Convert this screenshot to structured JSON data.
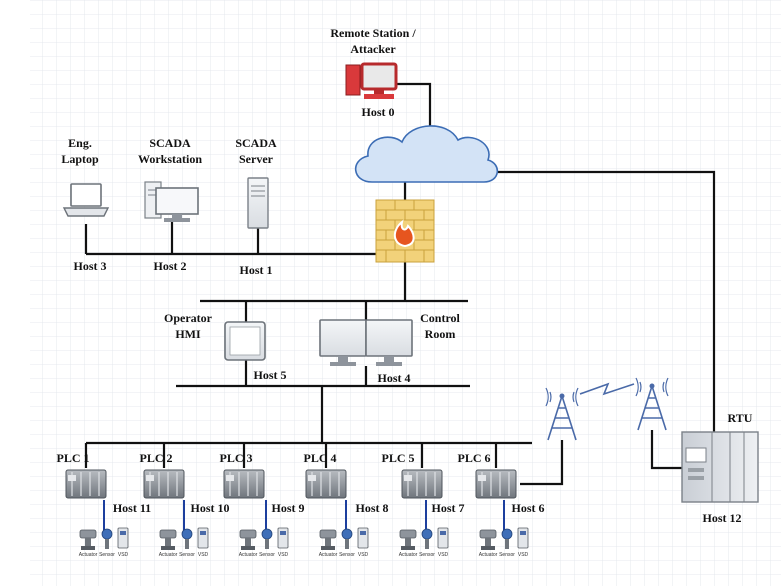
{
  "nodes": {
    "remote_station": {
      "title_line1": "Remote Station /",
      "title_line2": "Attacker",
      "host": "Host 0"
    },
    "eng_laptop": {
      "title_line1": "Eng.",
      "title_line2": "Laptop",
      "host": "Host 3"
    },
    "scada_workstation": {
      "title_line1": "SCADA",
      "title_line2": "Workstation",
      "host": "Host 2"
    },
    "scada_server": {
      "title_line1": "SCADA",
      "title_line2": "Server",
      "host": "Host 1"
    },
    "operator_hmi": {
      "title_line1": "Operator",
      "title_line2": "HMI",
      "host": "Host 5"
    },
    "control_room": {
      "title_line1": "Control",
      "title_line2": "Room",
      "host": "Host 4"
    },
    "rtu": {
      "title": "RTU",
      "host": "Host 12"
    }
  },
  "plcs": [
    {
      "name": "PLC 1",
      "host": "Host 11"
    },
    {
      "name": "PLC 2",
      "host": "Host 10"
    },
    {
      "name": "PLC 3",
      "host": "Host 9"
    },
    {
      "name": "PLC 4",
      "host": "Host 8"
    },
    {
      "name": "PLC 5",
      "host": "Host 7"
    },
    {
      "name": "PLC 6",
      "host": "Host 6"
    }
  ],
  "field_devices": {
    "actuator": "Actuator",
    "sensor": "Sensor",
    "vsd": "VSD"
  },
  "colors": {
    "grid": "#dfe4ea",
    "cloud_fill": "#d3e3f6",
    "cloud_stroke": "#3c6db5",
    "firewall_brick": "#f2d27a",
    "firewall_mortar": "#c9a23c",
    "remote_pc": "#d9393b",
    "device_gray": "#8e949c",
    "bus_blue": "#1d3f9e"
  }
}
